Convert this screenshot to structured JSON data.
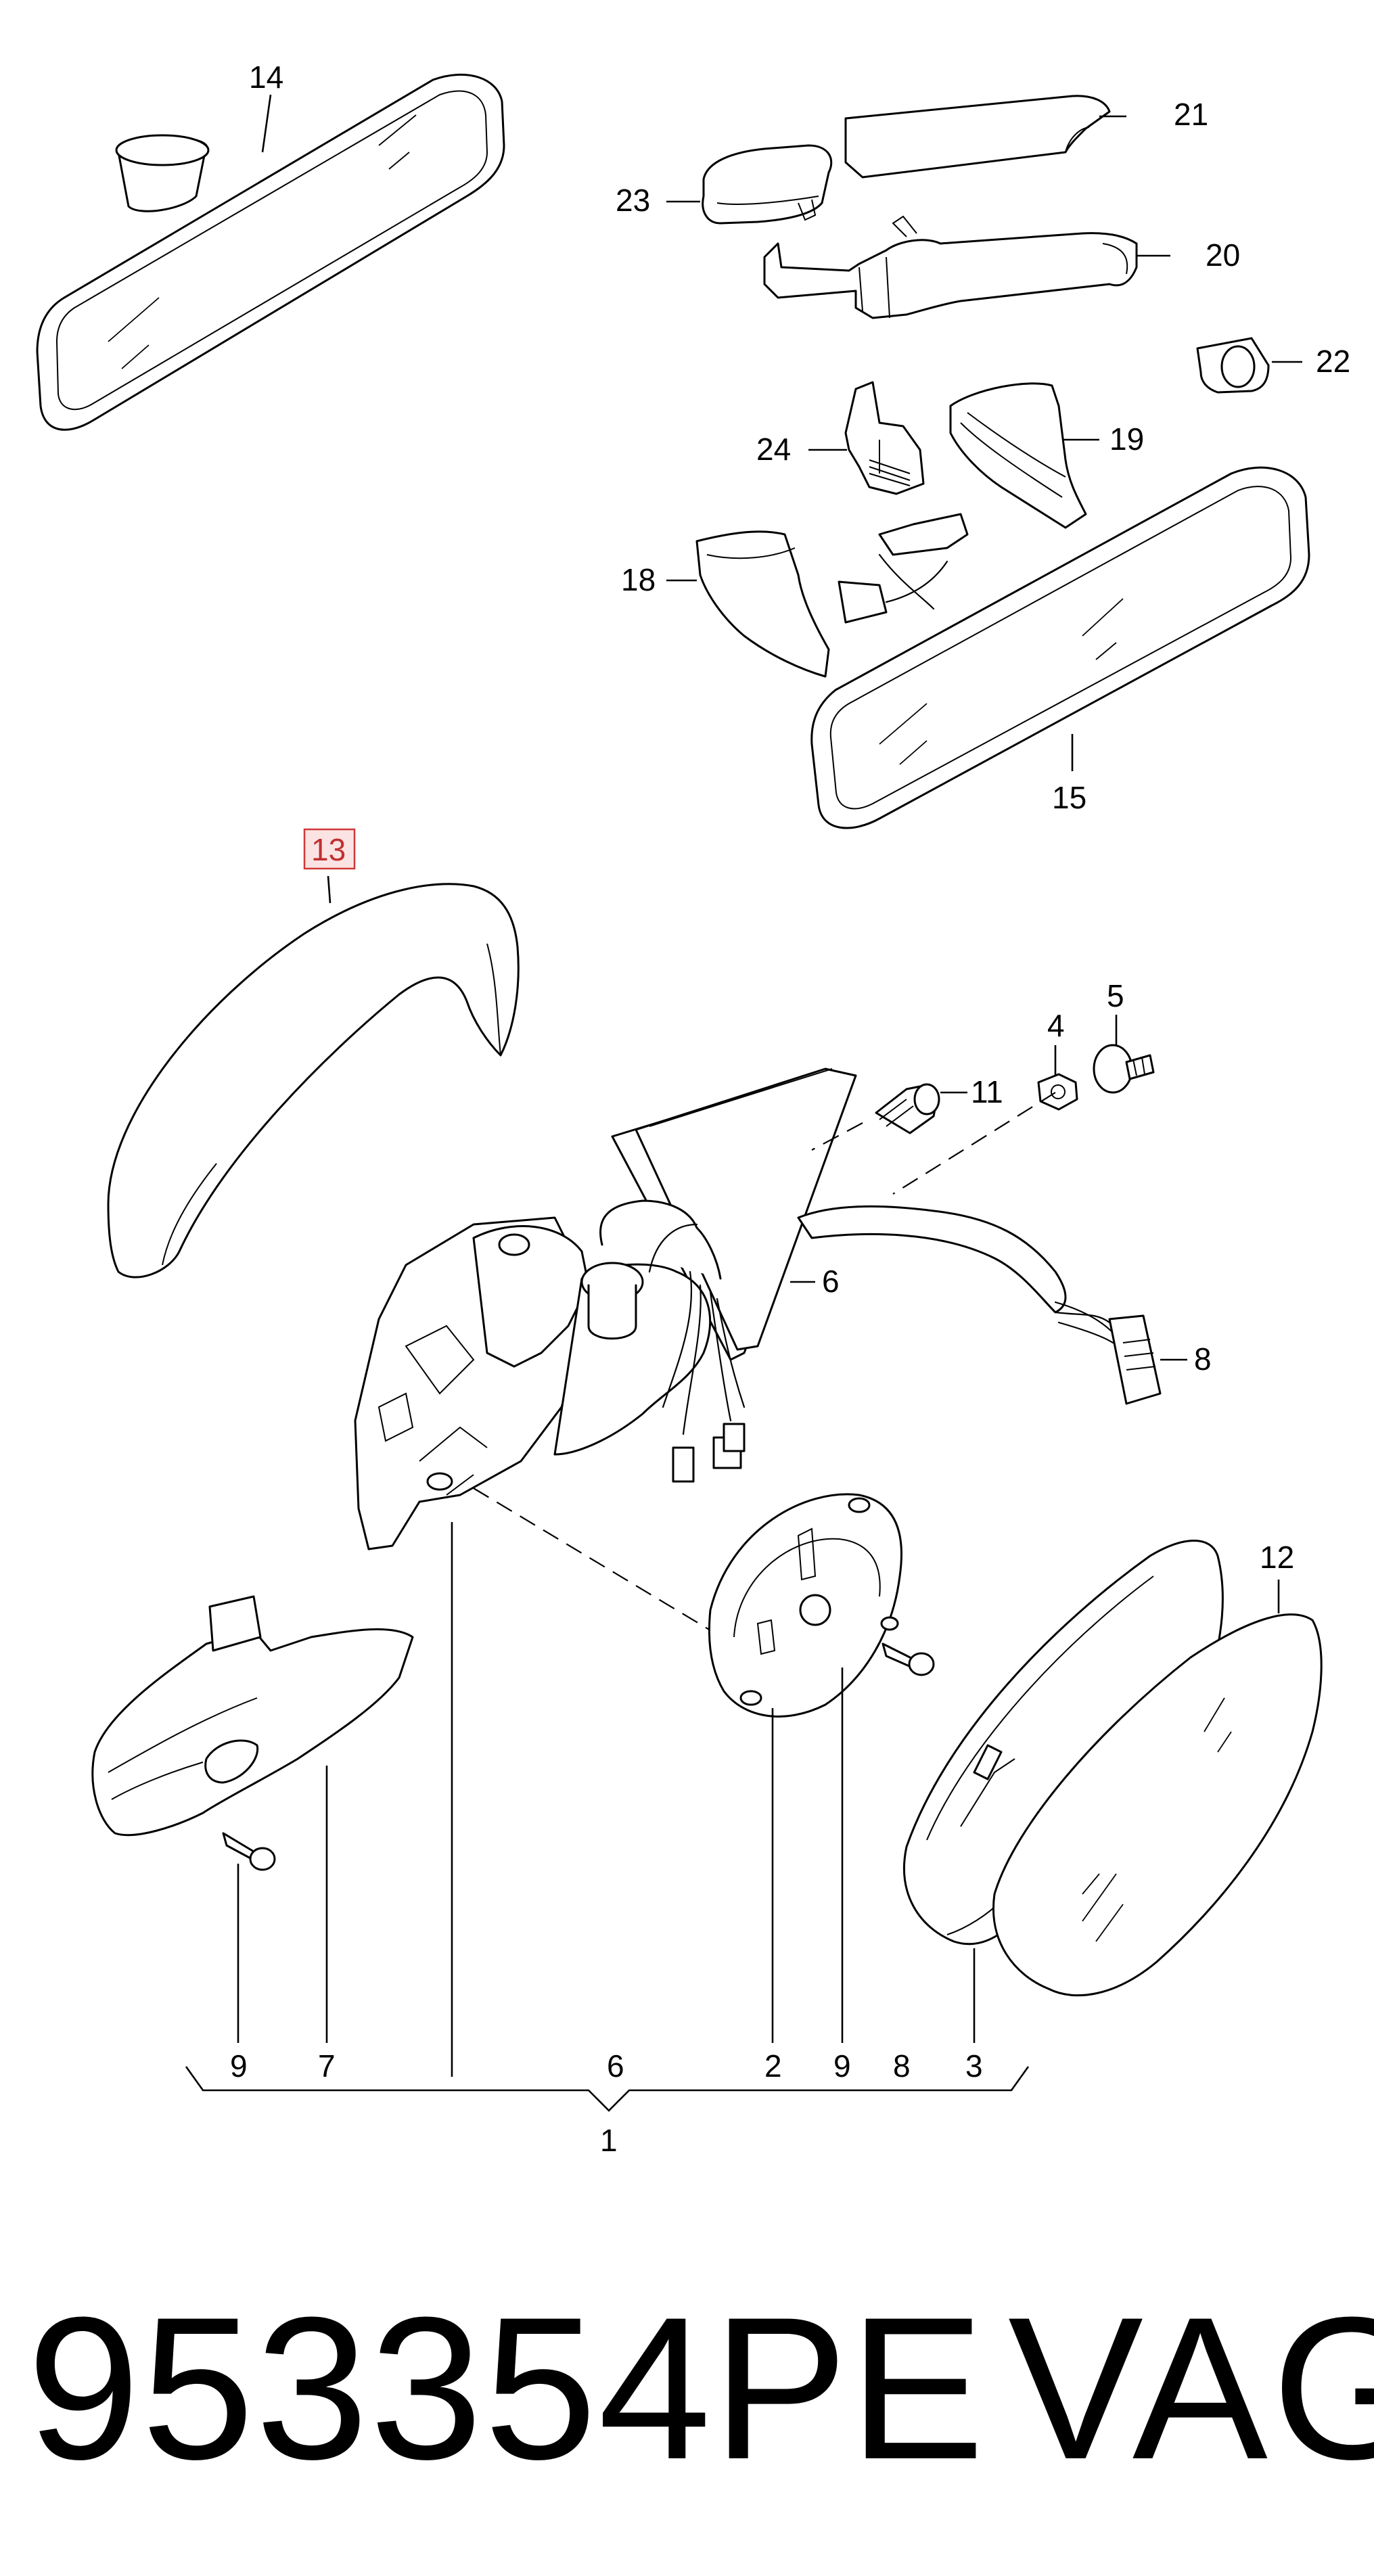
{
  "diagram": {
    "callouts": {
      "c1": "1",
      "c2": "2",
      "c3": "3",
      "c4": "4",
      "c5": "5",
      "c6a": "6",
      "c6b": "6",
      "c7": "7",
      "c8a": "8",
      "c8b": "8",
      "c9a": "9",
      "c9b": "9",
      "c11": "11",
      "c12": "12",
      "c13": "13",
      "c14": "14",
      "c15": "15",
      "c18": "18",
      "c19": "19",
      "c20": "20",
      "c21": "21",
      "c22": "22",
      "c23": "23",
      "c24": "24"
    },
    "highlighted_callout": "13",
    "highlight_color": "#d03838"
  },
  "footer": {
    "part_number": "953354PE",
    "brand": "VAG"
  }
}
